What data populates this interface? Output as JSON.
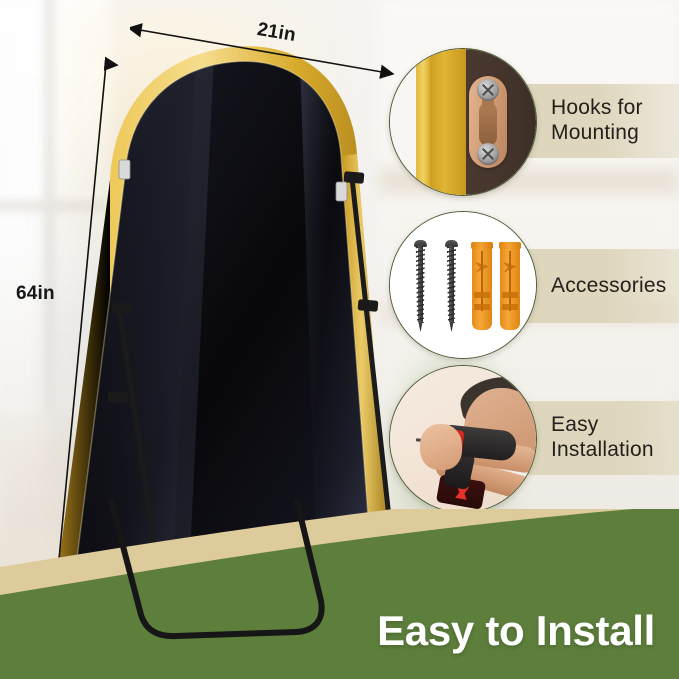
{
  "product": {
    "type": "arched full-length floor mirror",
    "frame_color": "#d6a62b",
    "glass_color": "#0d0d12"
  },
  "dimensions": {
    "width_label": "21in",
    "height_label": "64in"
  },
  "features": [
    {
      "id": "hooks-for-mounting",
      "label": "Hooks for\nMounting",
      "image_name": "frame-hook-plate-photo"
    },
    {
      "id": "accessories",
      "label": "Accessories",
      "image_name": "screws-and-wall-anchors-photo"
    },
    {
      "id": "easy-installation",
      "label": "Easy\nInstallation",
      "image_name": "person-drilling-wall-photo"
    }
  ],
  "banner": {
    "headline": "Easy to Install",
    "green": "#5e7f3c",
    "tan": "#ddcb9b",
    "text_color": "#ffffff"
  },
  "palette": {
    "callout_bar": "#ded7bd",
    "callout_ring": "#4e5c33",
    "label_text": "#231f1c",
    "dimension_text": "#171717"
  }
}
